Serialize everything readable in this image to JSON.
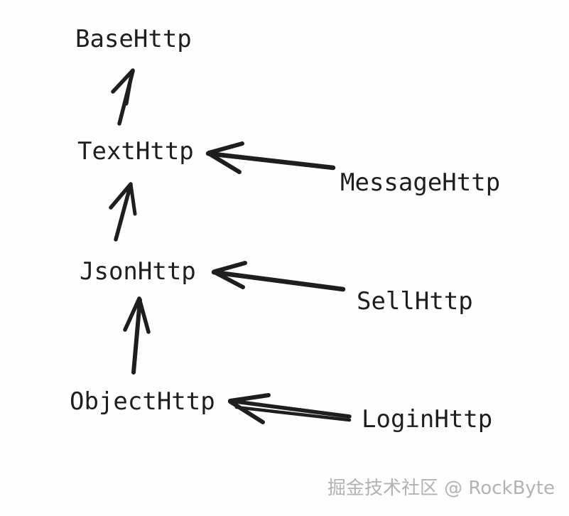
{
  "diagram": {
    "type": "class-inheritance-hierarchy",
    "style": "hand-drawn",
    "ink_color": "#1e1e1e",
    "background_color": "#fefefe",
    "nodes": [
      {
        "id": "base",
        "label": "BaseHttp"
      },
      {
        "id": "text",
        "label": "TextHttp"
      },
      {
        "id": "json",
        "label": "JsonHttp"
      },
      {
        "id": "object",
        "label": "ObjectHttp"
      },
      {
        "id": "message",
        "label": "MessageHttp"
      },
      {
        "id": "sell",
        "label": "SellHttp"
      },
      {
        "id": "login",
        "label": "LoginHttp"
      }
    ],
    "edges": [
      {
        "from": "TextHttp",
        "to": "BaseHttp",
        "relation": "inherits",
        "direction": "up"
      },
      {
        "from": "JsonHttp",
        "to": "TextHttp",
        "relation": "inherits",
        "direction": "up"
      },
      {
        "from": "ObjectHttp",
        "to": "JsonHttp",
        "relation": "inherits",
        "direction": "up"
      },
      {
        "from": "MessageHttp",
        "to": "TextHttp",
        "relation": "inherits",
        "direction": "left"
      },
      {
        "from": "SellHttp",
        "to": "JsonHttp",
        "relation": "inherits",
        "direction": "left"
      },
      {
        "from": "LoginHttp",
        "to": "ObjectHttp",
        "relation": "inherits",
        "direction": "left"
      }
    ]
  },
  "watermark": {
    "text": "掘金技术社区 @ RockByte",
    "color": "#b3b3b3"
  }
}
